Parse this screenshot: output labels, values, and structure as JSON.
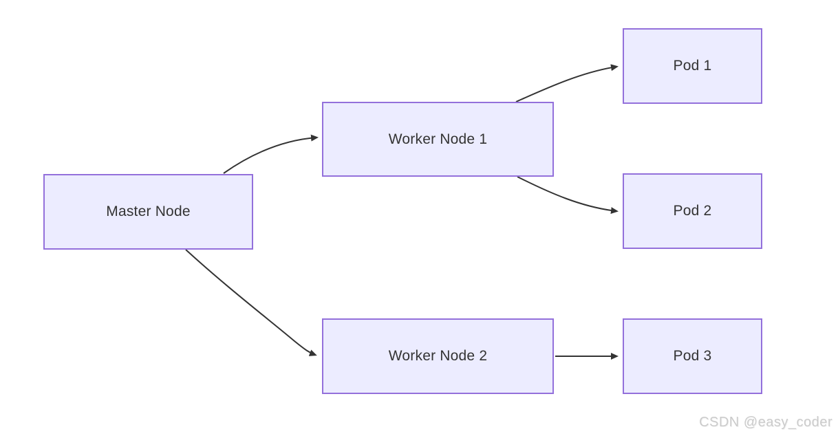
{
  "diagram": {
    "type": "flowchart",
    "direction": "left-to-right",
    "nodes": [
      {
        "id": "master",
        "label": "Master Node"
      },
      {
        "id": "worker1",
        "label": "Worker Node 1"
      },
      {
        "id": "worker2",
        "label": "Worker Node 2"
      },
      {
        "id": "pod1",
        "label": "Pod 1"
      },
      {
        "id": "pod2",
        "label": "Pod 2"
      },
      {
        "id": "pod3",
        "label": "Pod 3"
      }
    ],
    "edges": [
      {
        "from": "master",
        "to": "worker1"
      },
      {
        "from": "master",
        "to": "worker2"
      },
      {
        "from": "worker1",
        "to": "pod1"
      },
      {
        "from": "worker1",
        "to": "pod2"
      },
      {
        "from": "worker2",
        "to": "pod3"
      }
    ],
    "colors": {
      "node_fill": "#ECECFF",
      "node_border": "#9370DB",
      "node_text": "#333333",
      "edge_stroke": "#333333"
    }
  },
  "watermark": {
    "text": "CSDN @easy_coder",
    "color": "#CBCBCB"
  }
}
